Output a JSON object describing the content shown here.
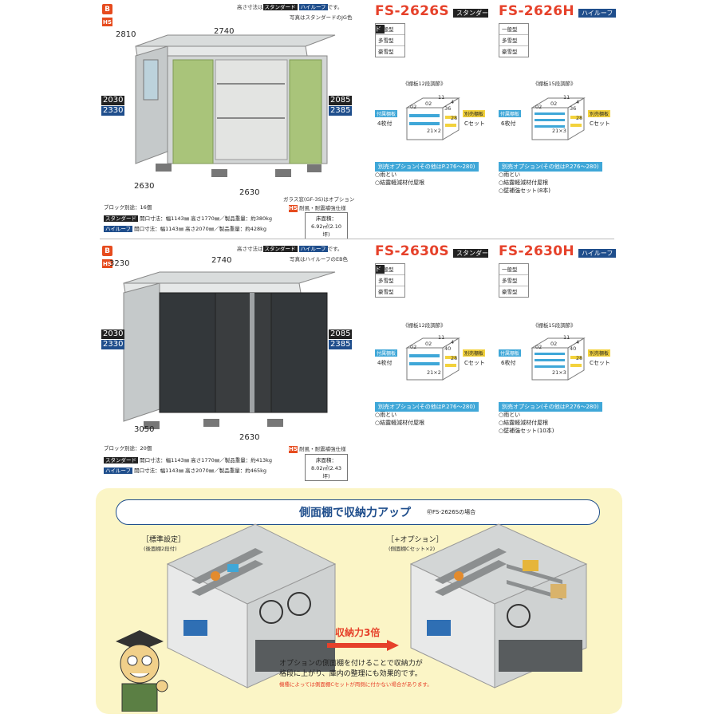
{
  "logos": {
    "b": "B",
    "hs": "HS"
  },
  "section1": {
    "note_prefix": "高さ寸法は",
    "note_std": "スタンダード",
    "note_high": "ハイルーフ",
    "note_suffix": "です。",
    "note_photo": "写真はスタンダードのJG色",
    "dim_depth_top": "2810",
    "dim_width_top": "2740",
    "dim_left_std": "2030",
    "dim_left_high": "2330",
    "dim_right_std": "2085",
    "dim_right_high": "2385",
    "dim_depth_bottom": "2630",
    "dim_width_bottom": "2630",
    "block_note": "ブロック別途：16個",
    "glass_note": "ガラス窓(GF-3S)はオプション",
    "hs_note": "耐風・耐震補強仕様",
    "spec_std_tag": "スタンダード",
    "spec_std": "開口寸法：幅1143㎜ 高さ1770㎜／製品重量：約380kg",
    "spec_high_tag": "ハイルーフ",
    "spec_high": "開口寸法：幅1143㎜ 高さ2070㎜／製品重量：約428kg",
    "floor_label": "床面積：",
    "floor_value": "6.92㎡(2.10坪)",
    "shed_color": "#a9c47a",
    "left": {
      "model": "FS-2626S",
      "tag": "スタンダード",
      "types": [
        "一般型",
        "多雪型",
        "豪雪型"
      ],
      "shelf_title": "《棚板12段調節》",
      "shelf_blue": "付属棚板",
      "shelf_count": "4枚付",
      "shelf_yellow": "別売棚板",
      "shelf_set": "Cセット",
      "shelf_nums": [
        "02",
        "02",
        "11",
        "4",
        "36",
        "28",
        "21×2"
      ],
      "option_head": "別売オプション(その他はP.276〜280)",
      "options": [
        "○雨とい",
        "○結露軽減材付屋根"
      ]
    },
    "right": {
      "model": "FS-2626H",
      "tag": "ハイルーフ",
      "types": [
        "一般型",
        "多雪型",
        "豪雪型"
      ],
      "shelf_title": "《棚板15段調節》",
      "shelf_blue": "付属棚板",
      "shelf_count": "6枚付",
      "shelf_yellow": "別売棚板",
      "shelf_set": "Cセット",
      "shelf_nums": [
        "02",
        "02",
        "11",
        "4",
        "36",
        "28",
        "21×3"
      ],
      "option_head": "別売オプション(その他はP.276〜280)",
      "options": [
        "○雨とい",
        "○結露軽減材付屋根",
        "○壁補強セット(8本)"
      ]
    }
  },
  "section2": {
    "note_prefix": "高さ寸法は",
    "note_std": "スタンダード",
    "note_high": "ハイルーフ",
    "note_suffix": "です。",
    "note_photo": "写真はハイルーフのEB色",
    "dim_depth_top": "3230",
    "dim_width_top": "2740",
    "dim_left_std": "2030",
    "dim_left_high": "2330",
    "dim_right_std": "2085",
    "dim_right_high": "2385",
    "dim_depth_bottom": "3050",
    "dim_width_bottom": "2630",
    "block_note": "ブロック別途：20個",
    "hs_note": "耐風・耐震補強仕様",
    "spec_std_tag": "スタンダード",
    "spec_std": "開口寸法：幅1143㎜ 高さ1770㎜／製品重量：約413kg",
    "spec_high_tag": "ハイルーフ",
    "spec_high": "開口寸法：幅1143㎜ 高さ2070㎜／製品重量：約465kg",
    "floor_label": "床面積：",
    "floor_value": "8.02㎡(2.43坪)",
    "shed_color": "#3a3d3f",
    "left": {
      "model": "FS-2630S",
      "tag": "スタンダード",
      "types": [
        "一般型",
        "多雪型",
        "豪雪型"
      ],
      "shelf_title": "《棚板12段調節》",
      "shelf_blue": "付属棚板",
      "shelf_count": "4枚付",
      "shelf_yellow": "別売棚板",
      "shelf_set": "Cセット",
      "shelf_nums": [
        "02",
        "02",
        "11",
        "4",
        "40",
        "28",
        "21×2"
      ],
      "option_head": "別売オプション(その他はP.276〜280)",
      "options": [
        "○雨とい",
        "○結露軽減材付屋根"
      ]
    },
    "right": {
      "model": "FS-2630H",
      "tag": "ハイルーフ",
      "types": [
        "一般型",
        "多雪型",
        "豪雪型"
      ],
      "shelf_title": "《棚板15段調節》",
      "shelf_blue": "付属棚板",
      "shelf_count": "6枚付",
      "shelf_yellow": "別売棚板",
      "shelf_set": "Cセット",
      "shelf_nums": [
        "02",
        "02",
        "11",
        "4",
        "40",
        "28",
        "21×3"
      ],
      "option_head": "別売オプション(その他はP.276〜280)",
      "options": [
        "○雨とい",
        "○結露軽減材付屋根",
        "○壁補強セット(10本)"
      ]
    }
  },
  "promo": {
    "title": "側面棚で収納力アップ",
    "example": "㊞FS-2626Sの場合",
    "std_label": "［標準設定］",
    "std_sub": "(後面棚2段付)",
    "opt_label": "［+オプション］",
    "opt_sub": "(側面棚Cセット×2)",
    "capacity": "収納力3倍",
    "desc1": "オプションの側面棚を付けることで収納力が",
    "desc2": "格段に上がり、庫内の整理にも効果的です。",
    "small": "機種によっては側面棚Cセットが両側に付かない場合があります。",
    "bg_color": "#fbf5c6",
    "accent": "#e6412a"
  }
}
